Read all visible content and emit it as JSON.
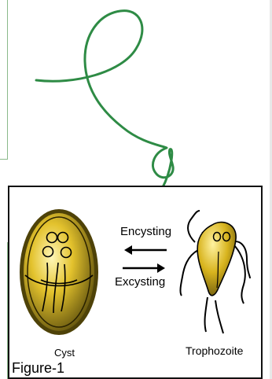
{
  "figure": {
    "label_encysting": "Encysting",
    "label_excysting": "Excysting",
    "label_cyst": "Cyst",
    "label_trophozoite": "Trophozoite",
    "caption": "Figure-1"
  },
  "colors": {
    "annotation_ink": "#2e8b45",
    "organism_gold": "#d8b41e",
    "panel_border": "#111111",
    "margin_rule": "#8bb98b"
  }
}
